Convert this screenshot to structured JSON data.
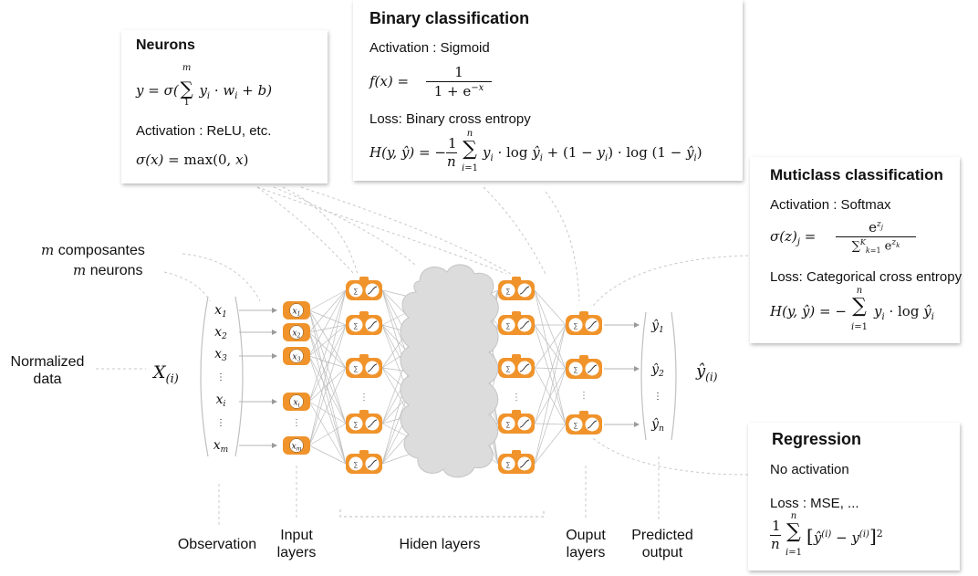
{
  "neurons_box": {
    "title": "Neurons",
    "activation": "Activation : ReLU, etc."
  },
  "binary_box": {
    "title": "Binary classification",
    "activation": "Activation : Sigmoid",
    "loss": "Loss: Binary cross entropy"
  },
  "multiclass_box": {
    "title": "Muticlass classification",
    "activation": "Activation : Softmax",
    "loss": "Loss: Categorical cross entropy"
  },
  "regression_box": {
    "title": "Regression",
    "activation": "No activation",
    "loss": "Loss : MSE, ..."
  },
  "left_labels": {
    "m_composantes": "composantes",
    "m_neurons": "neurons",
    "normalized_line1": "Normalized",
    "normalized_line2": "data"
  },
  "bottom_labels": {
    "observation": "Observation",
    "input_line1": "Input",
    "input_line2": "layers",
    "hidden": "Hiden layers",
    "output_line1": "Ouput",
    "output_line2": "layers",
    "predicted_line1": "Predicted",
    "predicted_line2": "output"
  },
  "colors": {
    "neuron_orange": "#f0932b",
    "cloud_gray": "#dadada",
    "line_gray": "#bdbdbd"
  }
}
